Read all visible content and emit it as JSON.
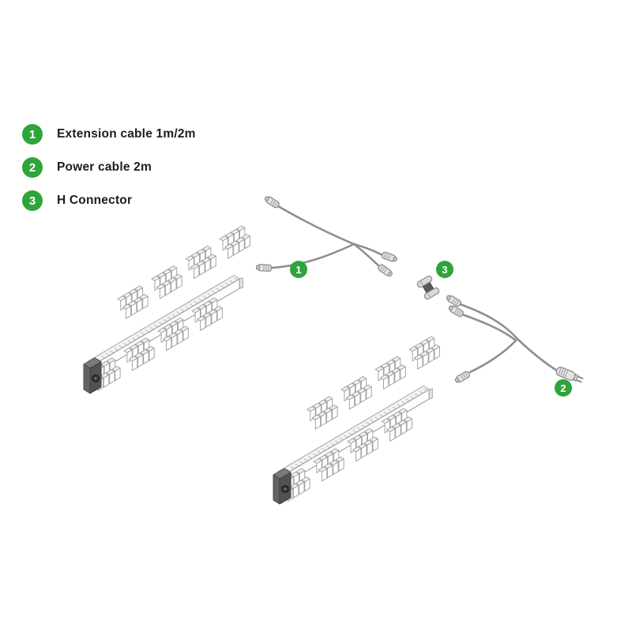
{
  "legend": {
    "items": [
      {
        "number": "1",
        "label": "Extension cable 1m/2m"
      },
      {
        "number": "2",
        "label": "Power cable 2m"
      },
      {
        "number": "3",
        "label": "H Connector"
      }
    ]
  },
  "callouts": [
    {
      "number": "1"
    },
    {
      "number": "3"
    },
    {
      "number": "2"
    }
  ],
  "colors": {
    "badge_green": "#2ea43b",
    "cable_gray": "#8f8f8f",
    "outline_gray": "#a3a3a3"
  }
}
